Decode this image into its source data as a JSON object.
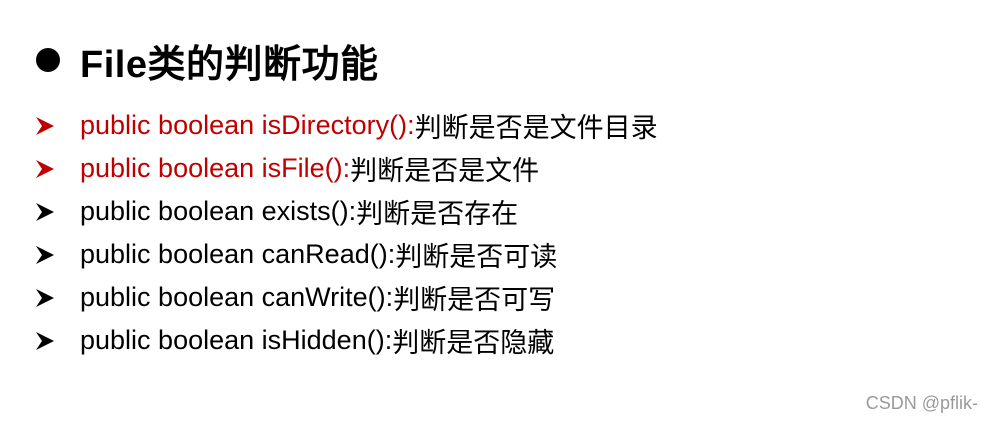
{
  "heading": {
    "text": "File类的判断功能"
  },
  "items": [
    {
      "code": "public boolean isDirectory()",
      "sep": ":",
      "desc": "判断是否是文件目录",
      "color": "#c00000"
    },
    {
      "code": "public boolean isFile()",
      "sep": " :",
      "desc": "判断是否是文件",
      "color": "#c00000"
    },
    {
      "code": "public boolean exists()",
      "sep": " :",
      "desc": "判断是否存在",
      "color": "#000000"
    },
    {
      "code": "public boolean canRead()",
      "sep": " :",
      "desc": "判断是否可读",
      "color": "#000000"
    },
    {
      "code": "public boolean canWrite()",
      "sep": " :",
      "desc": "判断是否可写",
      "color": "#000000"
    },
    {
      "code": "public boolean isHidden()",
      "sep": " :",
      "desc": "判断是否隐藏",
      "color": "#000000"
    }
  ],
  "watermark": {
    "text": "CSDN @pflik-"
  },
  "icons": {
    "bullet": "filled-circle-icon",
    "item_marker": "arrowhead-icon"
  }
}
